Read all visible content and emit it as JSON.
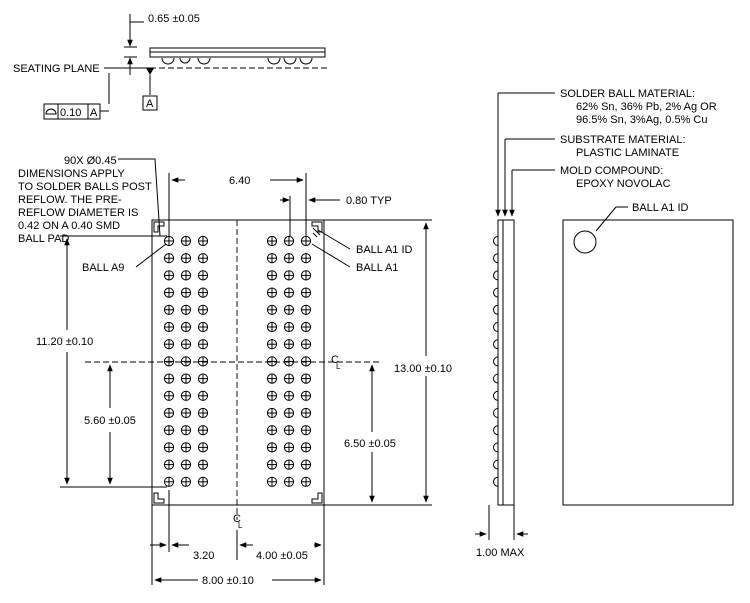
{
  "side_profile": {
    "thickness_label": "0.65 ±0.05",
    "seating_plane_label": "SEATING PLANE",
    "datum_label": "A",
    "flatness_value": "0.10",
    "flatness_datum": "A"
  },
  "ball_note": {
    "lines": [
      "90X Ø0.45",
      "DIMENSIONS APPLY",
      "TO SOLDER BALLS POST",
      "REFLOW. THE PRE-",
      "REFLOW DIAMETER IS",
      "0.42 ON A 0.40 SMD",
      "BALL PAD"
    ]
  },
  "ball_grid": {
    "rows": 15,
    "columns_per_group": 3,
    "groups": 2
  },
  "labels": {
    "ball_a9": "BALL A9",
    "ball_a1_id": "BALL A1 ID",
    "ball_a1": "BALL A1",
    "pitch_typ": "0.80 TYP",
    "centerline": "C",
    "centerline_sub": "L"
  },
  "dimensions": {
    "column_span": "6.40",
    "body_height_half": "11.20 ±0.10",
    "body_height": "13.00 ±0.10",
    "ball_offset_y": "5.60 ±0.05",
    "body_half_height": "6.50 ±0.05",
    "ball_offset_x": "3.20",
    "body_half_width": "4.00 ±0.05",
    "body_width": "8.00 ±0.10",
    "max_height": "1.00 MAX"
  },
  "materials": {
    "solder_title": "SOLDER BALL MATERIAL:",
    "solder_line1": "62% Sn, 36% Pb, 2% Ag OR",
    "solder_line2": "96.5% Sn, 3%Ag, 0.5% Cu",
    "substrate_title": "SUBSTRATE MATERIAL:",
    "substrate_value": "PLASTIC LAMINATE",
    "mold_title": "MOLD COMPOUND:",
    "mold_value": "EPOXY NOVOLAC"
  },
  "top_view": {
    "ball_a1_id_label": "BALL A1 ID"
  }
}
